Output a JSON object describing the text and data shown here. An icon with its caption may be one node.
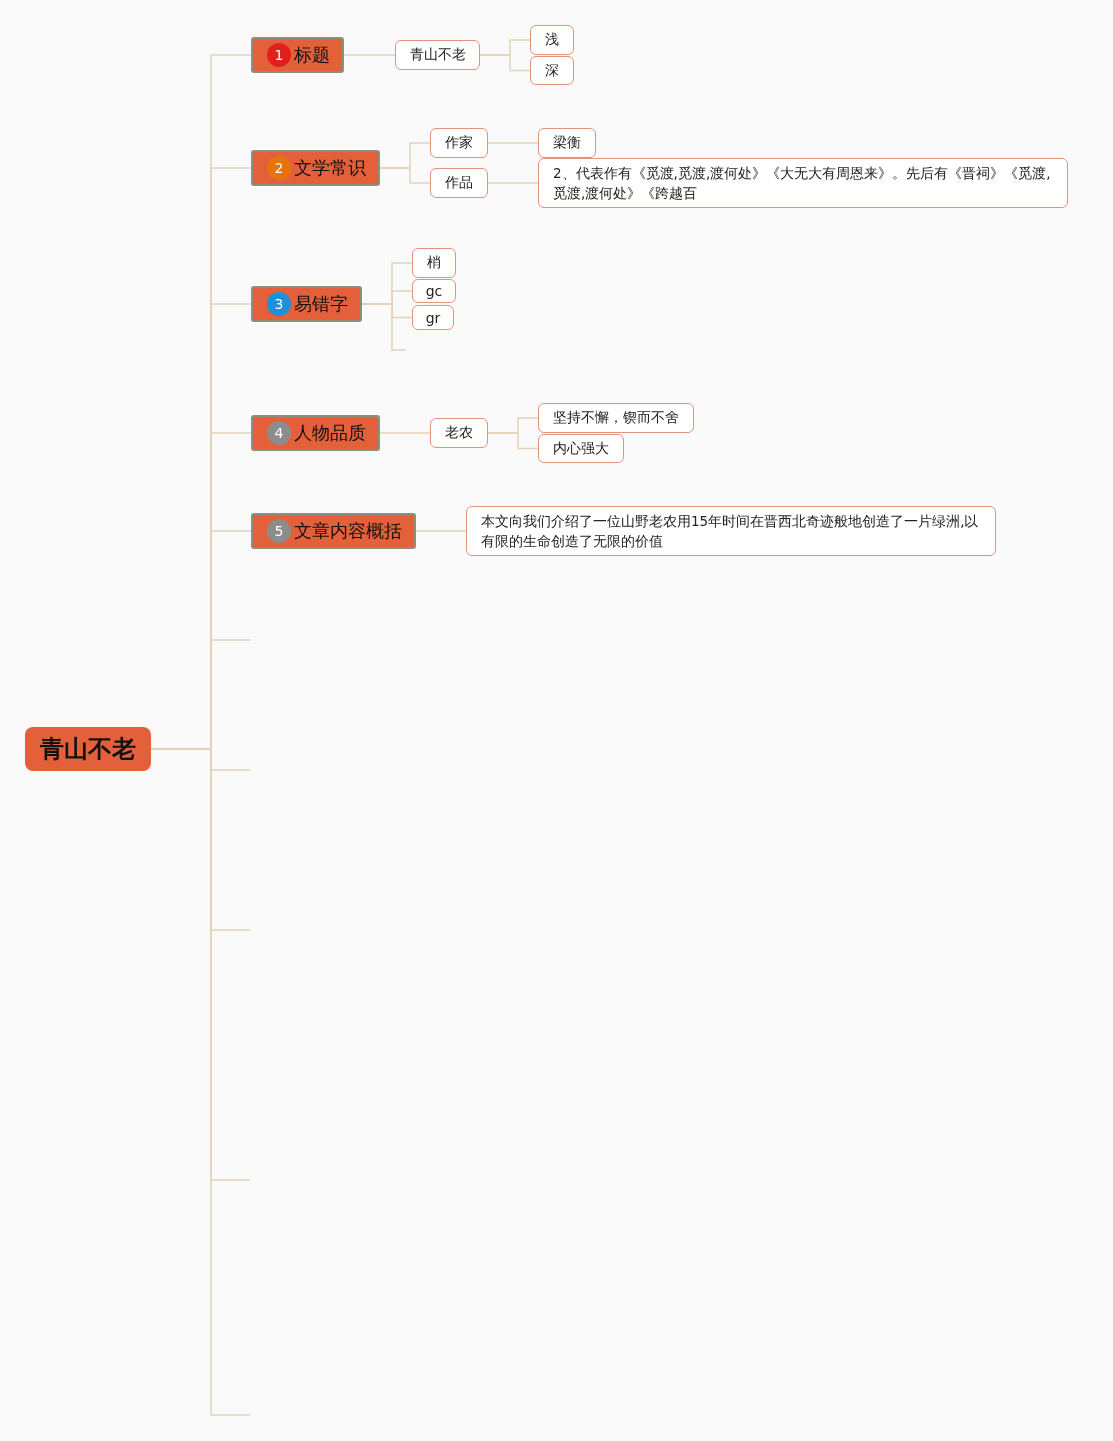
{
  "diagram": {
    "nodes": [
      {
        "text": [
          "青山不老"
        ]
      },
      {
        "text": [
          "1",
          "标题"
        ]
      },
      {
        "text": [
          "青山不老"
        ]
      },
      {
        "text": [
          "浅"
        ]
      },
      {
        "text": [
          "深"
        ]
      },
      {
        "text": [
          "2",
          "文学常识"
        ]
      },
      {
        "text": [
          "作家"
        ]
      },
      {
        "text": [
          "作品"
        ]
      },
      {
        "text": [
          "梁衡"
        ]
      },
      {
        "text": [
          "2、代表作有《觅渡,觅渡,渡何处》《大无大有周恩来》。先后有《晋祠》《觅渡,觅渡,渡何处》《跨越百"
        ]
      },
      {
        "text": [
          "3",
          "易错字"
        ]
      },
      {
        "text": [
          "梢"
        ]
      },
      {
        "text": [
          "gc"
        ]
      },
      {
        "text": [
          "gr"
        ]
      },
      {
        "text": [
          "4",
          "人物品质"
        ]
      },
      {
        "text": [
          "老农"
        ]
      },
      {
        "text": [
          "坚持不懈，锲而不舍"
        ]
      },
      {
        "text": [
          "内心强大"
        ]
      },
      {
        "text": [
          "5",
          "文章内容概括"
        ]
      },
      {
        "text": [
          "本文向我们介绍了一位山野老农用15年时间在晋西北奇迹般地创造了一片绿洲,以有限的生命创造了无限的价值"
        ]
      }
    ],
    "edges": [
      {
        "from": 0,
        "to": 1,
        "arrow": "none"
      },
      {
        "from": 0,
        "to": 5,
        "arrow": "none"
      },
      {
        "from": 0,
        "to": 10,
        "arrow": "none"
      },
      {
        "from": 0,
        "to": 14,
        "arrow": "none"
      },
      {
        "from": 0,
        "to": 18,
        "arrow": "none"
      },
      {
        "from": 0,
        "to": null,
        "arrow": "none"
      },
      {
        "from": 0,
        "to": null,
        "arrow": "none"
      },
      {
        "from": 0,
        "to": null,
        "arrow": "none"
      },
      {
        "from": 0,
        "to": null,
        "arrow": "none"
      },
      {
        "from": 0,
        "to": null,
        "arrow": "none"
      },
      {
        "from": 1,
        "to": 2,
        "arrow": "none"
      },
      {
        "from": 2,
        "to": 3,
        "arrow": "none"
      },
      {
        "from": 2,
        "to": 4,
        "arrow": "none"
      },
      {
        "from": 5,
        "to": 6,
        "arrow": "none"
      },
      {
        "from": 5,
        "to": 7,
        "arrow": "none"
      },
      {
        "from": 6,
        "to": 8,
        "arrow": "none"
      },
      {
        "from": 7,
        "to": 9,
        "arrow": "none"
      },
      {
        "from": 10,
        "to": 11,
        "arrow": "none"
      },
      {
        "from": 10,
        "to": 12,
        "arrow": "none"
      },
      {
        "from": 10,
        "to": 13,
        "arrow": "none"
      },
      {
        "from": 10,
        "to": null,
        "arrow": "none"
      },
      {
        "from": 14,
        "to": 15,
        "arrow": "none"
      },
      {
        "from": 15,
        "to": 16,
        "arrow": "none"
      },
      {
        "from": 15,
        "to": 17,
        "arrow": "none"
      },
      {
        "from": 18,
        "to": 19,
        "arrow": "none"
      }
    ]
  }
}
